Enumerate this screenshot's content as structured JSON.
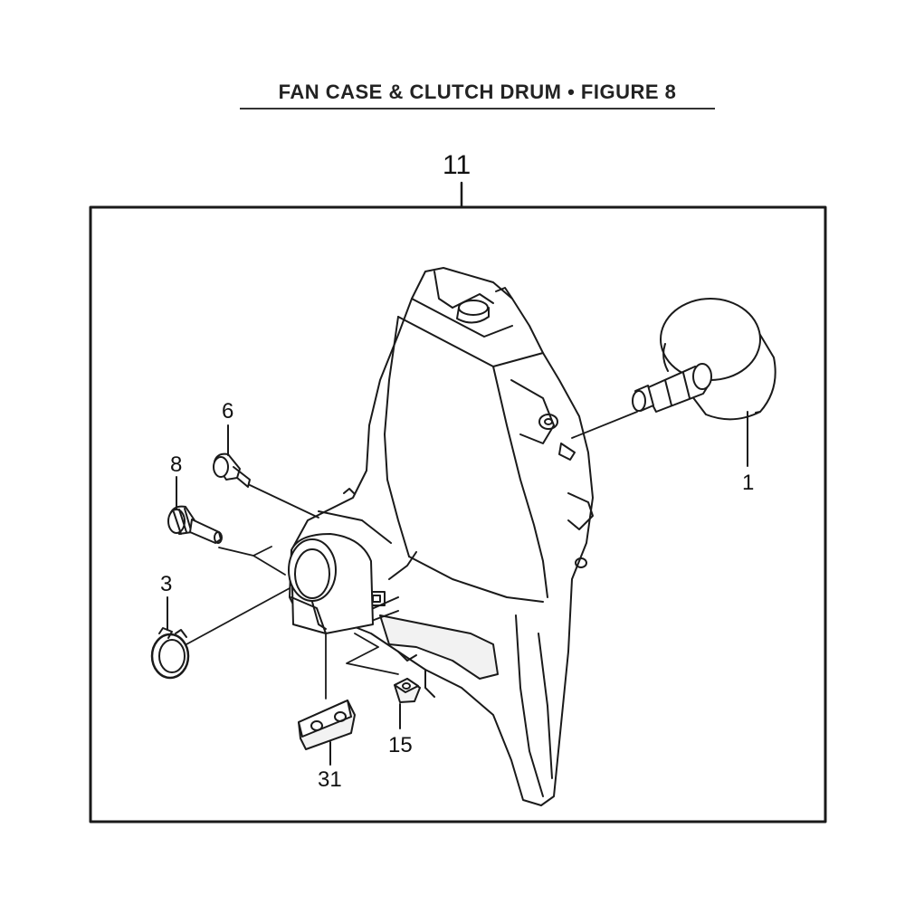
{
  "header": {
    "title": "FAN CASE & CLUTCH DRUM  •  FIGURE 8"
  },
  "callouts": {
    "assembly": "11",
    "clutch_drum": "1",
    "bolt_6": "6",
    "bolt_8": "8",
    "ring_3": "3",
    "nut_15": "15",
    "plate_31": "31"
  },
  "colors": {
    "ink": "#1a1a1a",
    "fill": "#ffffff",
    "shade": "#f2f2f2"
  }
}
